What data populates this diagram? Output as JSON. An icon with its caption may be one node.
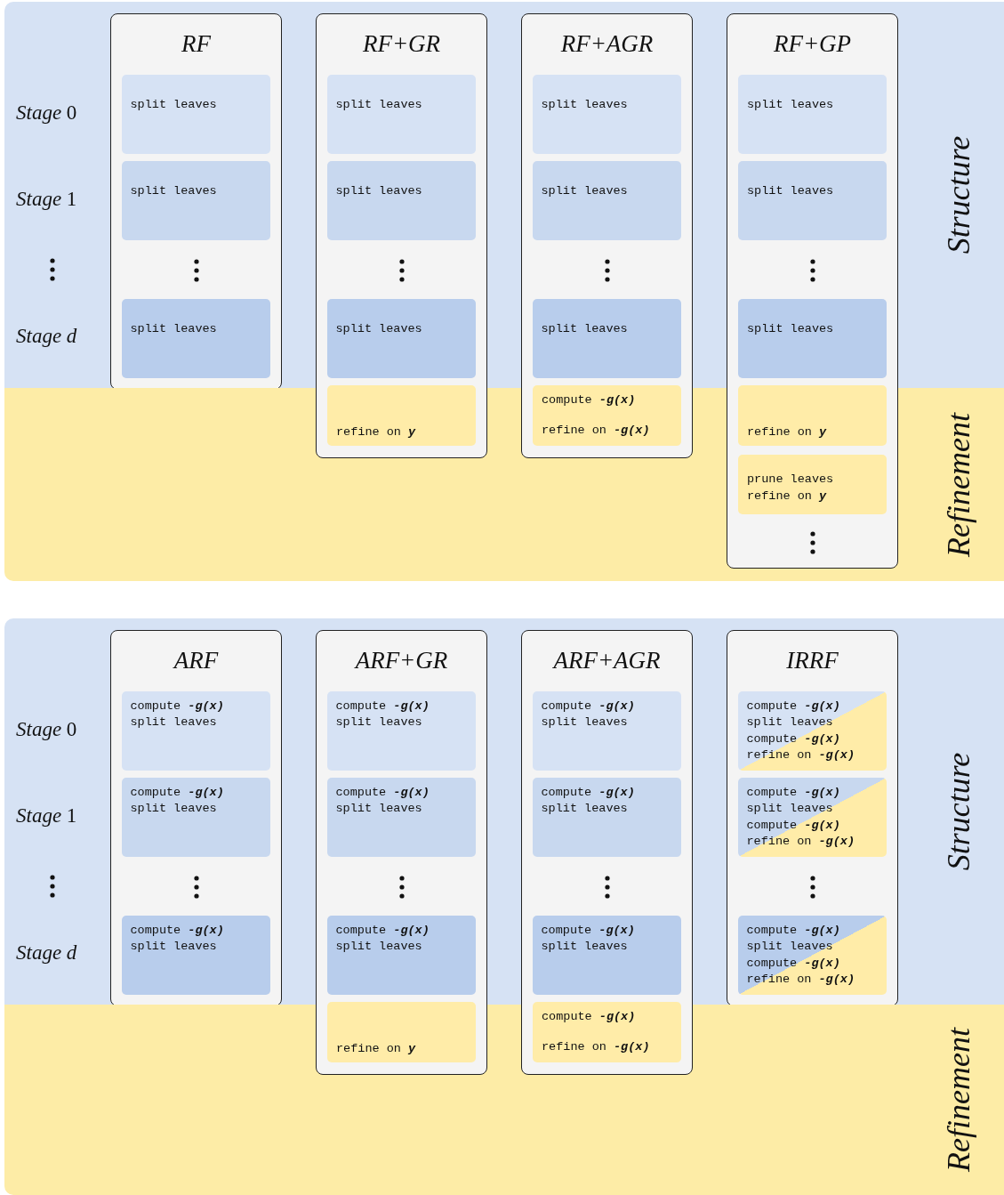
{
  "diagram": {
    "nodes": [
      {
        "text": [
          "Structure"
        ]
      },
      {
        "text": [
          "Refinement"
        ]
      },
      {
        "text": [
          "RF"
        ],
        "in": 0
      },
      {
        "text": [
          "split leaves"
        ],
        "in": 2
      },
      {
        "text": [
          "split leaves"
        ],
        "in": 2
      },
      {
        "text": [
          "split leaves"
        ],
        "in": 2
      },
      {
        "text": [
          "RF+GR"
        ]
      },
      {
        "text": [
          "split leaves"
        ],
        "in": 6
      },
      {
        "text": [
          "split leaves"
        ],
        "in": 6
      },
      {
        "text": [
          "split leaves"
        ],
        "in": 6
      },
      {
        "text": [
          "refine on **y**"
        ]
      },
      {
        "text": [
          "RF+AGR"
        ]
      },
      {
        "text": [
          "split leaves"
        ],
        "in": 11
      },
      {
        "text": [
          "split leaves"
        ],
        "in": 11
      },
      {
        "text": [
          "split leaves"
        ],
        "in": 11
      },
      {
        "text": [
          "compute **-g(x)**",
          "refine on **-g(x)**"
        ]
      },
      {
        "text": [
          "RF+GP"
        ]
      },
      {
        "text": [
          "split leaves"
        ]
      },
      {
        "text": [
          "split leaves"
        ]
      },
      {
        "text": [
          "split leaves"
        ]
      },
      {
        "text": [
          "refine on **y**"
        ]
      },
      {
        "text": [
          "prune leaves",
          "refine on **y**"
        ]
      },
      {
        "text": [
          "Structure"
        ]
      },
      {
        "text": [
          "Refinement"
        ]
      },
      {
        "text": [
          "ARF"
        ],
        "in": 22
      },
      {
        "text": [
          "compute **-g(x)**",
          "split leaves"
        ],
        "in": 24
      },
      {
        "text": [
          "compute **-g(x)**",
          "split leaves"
        ],
        "in": 24
      },
      {
        "text": [
          "compute **-g(x)**",
          "split leaves"
        ],
        "in": 24
      },
      {
        "text": [
          "ARF+GR"
        ]
      },
      {
        "text": [
          "compute **-g(x)**",
          "split leaves"
        ],
        "in": 28
      },
      {
        "text": [
          "compute **-g(x)**",
          "split leaves"
        ],
        "in": 28
      },
      {
        "text": [
          "compute **-g(x)**",
          "split leaves"
        ],
        "in": 28
      },
      {
        "text": [
          "refine on **y**"
        ]
      },
      {
        "text": [
          "ARF+AGR"
        ]
      },
      {
        "text": [
          "compute **-g(x)**",
          "split leaves"
        ],
        "in": 33
      },
      {
        "text": [
          "compute **-g(x)**",
          "split leaves"
        ],
        "in": 33
      },
      {
        "text": [
          "compute **-g(x)**",
          "split leaves"
        ],
        "in": 33
      },
      {
        "text": [
          "compute **-g(x)**",
          "refine on **-g(x)**"
        ]
      },
      {
        "text": [
          "IRRF"
        ],
        "in": 22
      },
      {
        "text": [
          "compute **-g(x)**",
          "split leaves",
          "compute **-g(x)**",
          "refine on **-g(x)**"
        ],
        "in": 38
      },
      {
        "text": [
          "compute **-g(x)**",
          "split leaves",
          "compute **-g(x)**",
          "refine on **-g(x)**"
        ],
        "in": 38
      },
      {
        "text": [
          "compute **-g(x)**",
          "split leaves",
          "compute **-g(x)**",
          "refine on **-g(x)**"
        ],
        "in": 38
      }
    ],
    "labels": [
      "*Stage* 0",
      "*Stage* 1",
      "*Stage d*",
      "*Stage* 0",
      "*Stage* 1",
      "*Stage d*"
    ]
  }
}
